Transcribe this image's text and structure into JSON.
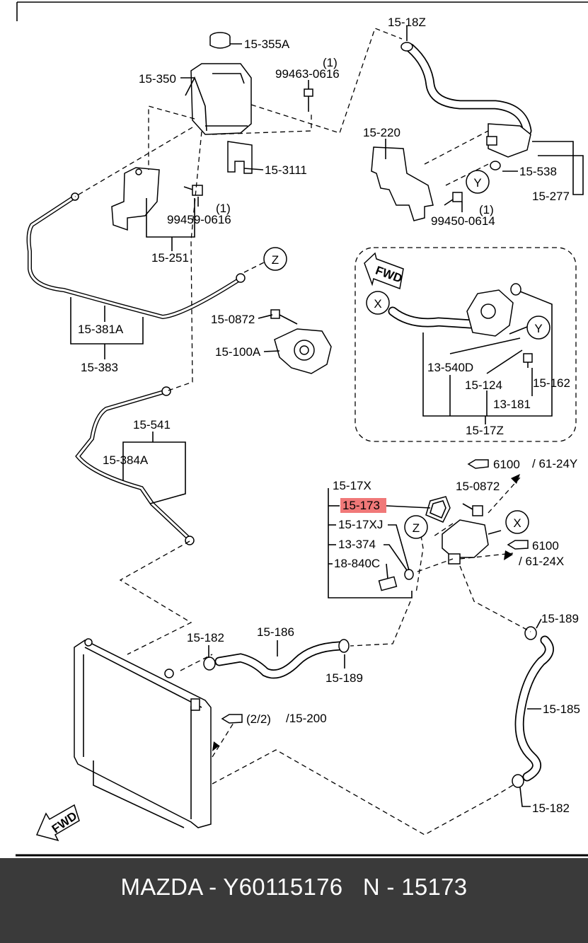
{
  "diagram": {
    "callouts": {
      "c15_18Z": "15-18Z",
      "c15_355A": "15-355A",
      "c15_350": "15-350",
      "c99463": "99463-0616",
      "c99463_qty": "(1)",
      "c15_220": "15-220",
      "c15_3111": "15-3111",
      "c15_538": "15-538",
      "c15_277": "15-277",
      "c99459": "99459-0616",
      "c99459_qty": "(1)",
      "c99450": "99450-0614",
      "c99450_qty": "(1)",
      "c15_251": "15-251",
      "c15_0872_top": "15-0872",
      "c15_100A": "15-100A",
      "c15_381A": "15-381A",
      "c15_383": "15-383",
      "c13_540D": "13-540D",
      "c15_124": "15-124",
      "c15_162": "15-162",
      "c13_181": "13-181",
      "c15_17Z": "15-17Z",
      "c15_541": "15-541",
      "c15_384A": "15-384A",
      "ref_6100_top": "6100",
      "ref_61_24Y": "/ 61-24Y",
      "c15_17X": "15-17X",
      "c15_0872_mid": "15-0872",
      "c15_173": "15-173",
      "c15_17XJ": "15-17XJ",
      "c13_374": "13-374",
      "c18_840C": "18-840C",
      "ref_6100_mid": "6100",
      "ref_61_24X": "/ 61-24X",
      "c15_182_left": "15-182",
      "c15_186": "15-186",
      "c15_189_mid": "15-189",
      "c15_189_right": "15-189",
      "c15_185": "15-185",
      "ref_2_2": "(2/2)",
      "ref_15_200": "/15-200",
      "c15_182_right": "15-182"
    },
    "markers": {
      "X": "X",
      "Y": "Y",
      "Z": "Z"
    },
    "fwd": "FWD",
    "highlight_color": "#f07878"
  },
  "footer": {
    "text": "MAZDA - Y60115176   N - 15173"
  }
}
